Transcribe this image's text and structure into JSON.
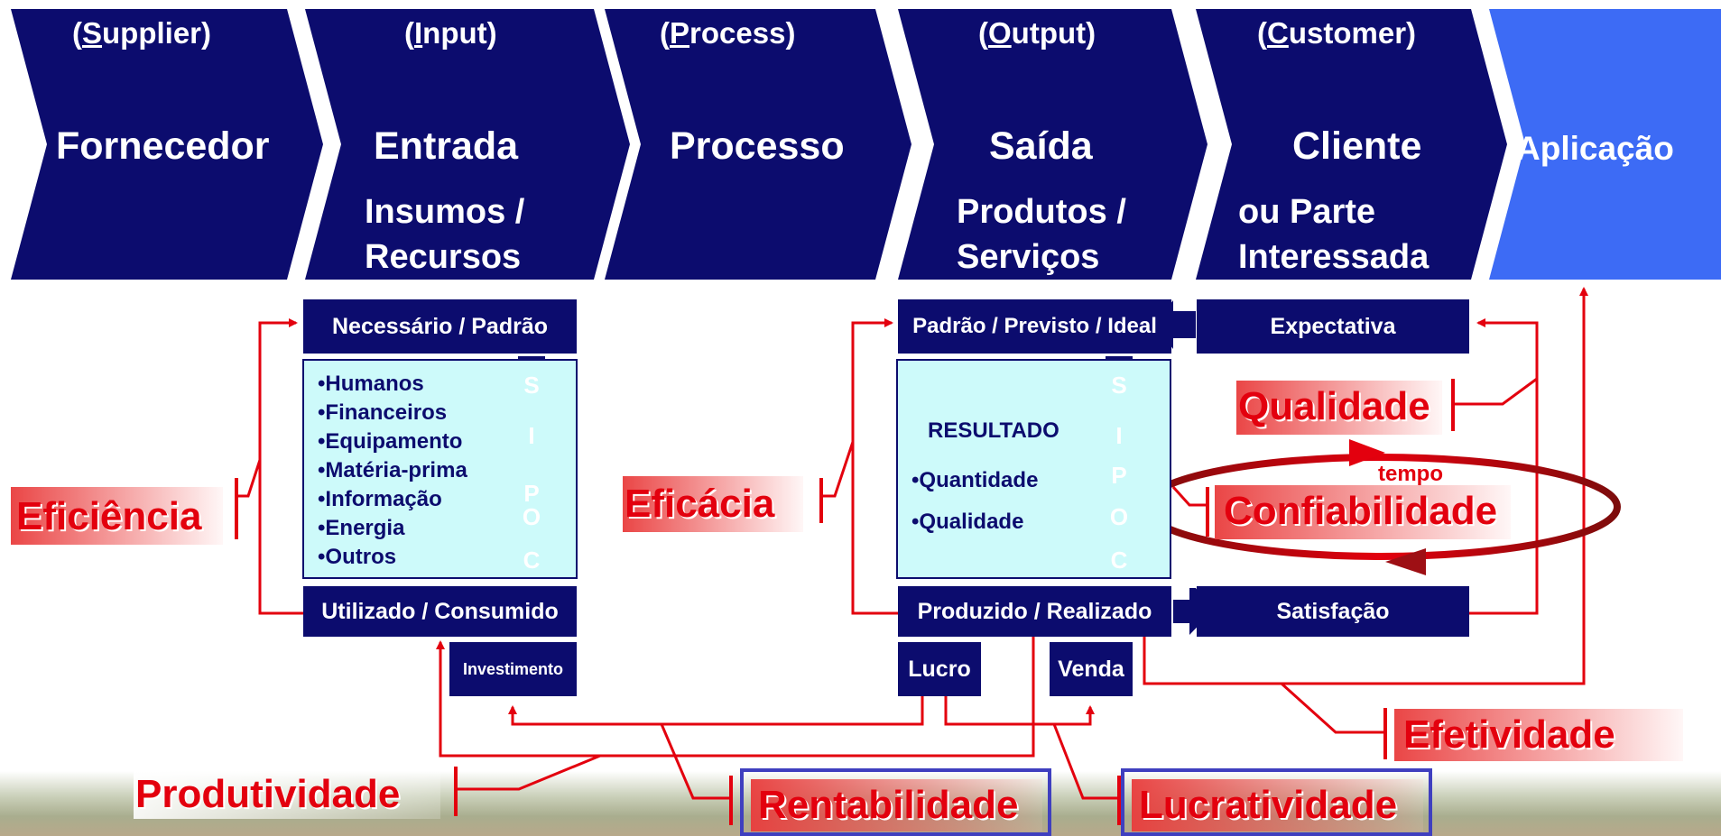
{
  "chevrons": [
    {
      "sub_label": "(Supplier)",
      "sub_initial": "S",
      "sub_rest": "upplier",
      "main_label": "Fornecedor",
      "extra": []
    },
    {
      "sub_label": "(Input)",
      "sub_initial": "I",
      "sub_rest": "nput",
      "main_label": "Entrada",
      "extra": [
        "Insumos /",
        "Recursos"
      ]
    },
    {
      "sub_label": "(Process)",
      "sub_initial": "P",
      "sub_rest": "rocess",
      "main_label": "Processo",
      "extra": []
    },
    {
      "sub_label": "(Output)",
      "sub_initial": "O",
      "sub_rest": "utput",
      "main_label": "Saída",
      "extra": [
        "Produtos /",
        "Serviços"
      ]
    },
    {
      "sub_label": "(Customer)",
      "sub_initial": "C",
      "sub_rest": "ustomer",
      "main_label": "Cliente",
      "extra": [
        "ou Parte",
        "Interessada"
      ]
    },
    {
      "main_label": "Aplicação"
    }
  ],
  "input_block": {
    "top_label": "Necessário / Padrão",
    "items": [
      "•Humanos",
      "•Financeiros",
      "•Equipamento",
      "•Matéria-prima",
      "•Informação",
      "•Energia",
      "•Outros"
    ],
    "bottom_label": "Utilizado / Consumido",
    "investment_label": "Investimento"
  },
  "output_block": {
    "top_label": "Padrão / Previsto / Ideal",
    "result_title": "RESULTADO",
    "items": [
      "•Quantidade",
      "•Qualidade"
    ],
    "bottom_label": "Produzido / Realizado",
    "profit_label": "Lucro",
    "sale_label": "Venda"
  },
  "customer_block": {
    "top_label": "Expectativa",
    "bottom_label": "Satisfação"
  },
  "sipoc_letters": [
    "S",
    "I",
    "P",
    "O",
    "C"
  ],
  "indicators": {
    "eficiencia": "Eficiência",
    "eficacia": "Eficácia",
    "qualidade": "Qualidade",
    "confiabilidade": "Confiabilidade",
    "tempo": "tempo",
    "efetividade": "Efetividade",
    "produtividade": "Produtividade",
    "rentabilidade": "Rentabilidade",
    "lucratividade": "Lucratividade"
  },
  "colors": {
    "navy": "#0c0c6e",
    "bright_blue": "#3d6bf5",
    "cyan_fill": "#cdfafa",
    "red": "#e3000e",
    "loop_dark_red": "#9e0f14",
    "box_outline_blue": "#3f3fbf"
  }
}
